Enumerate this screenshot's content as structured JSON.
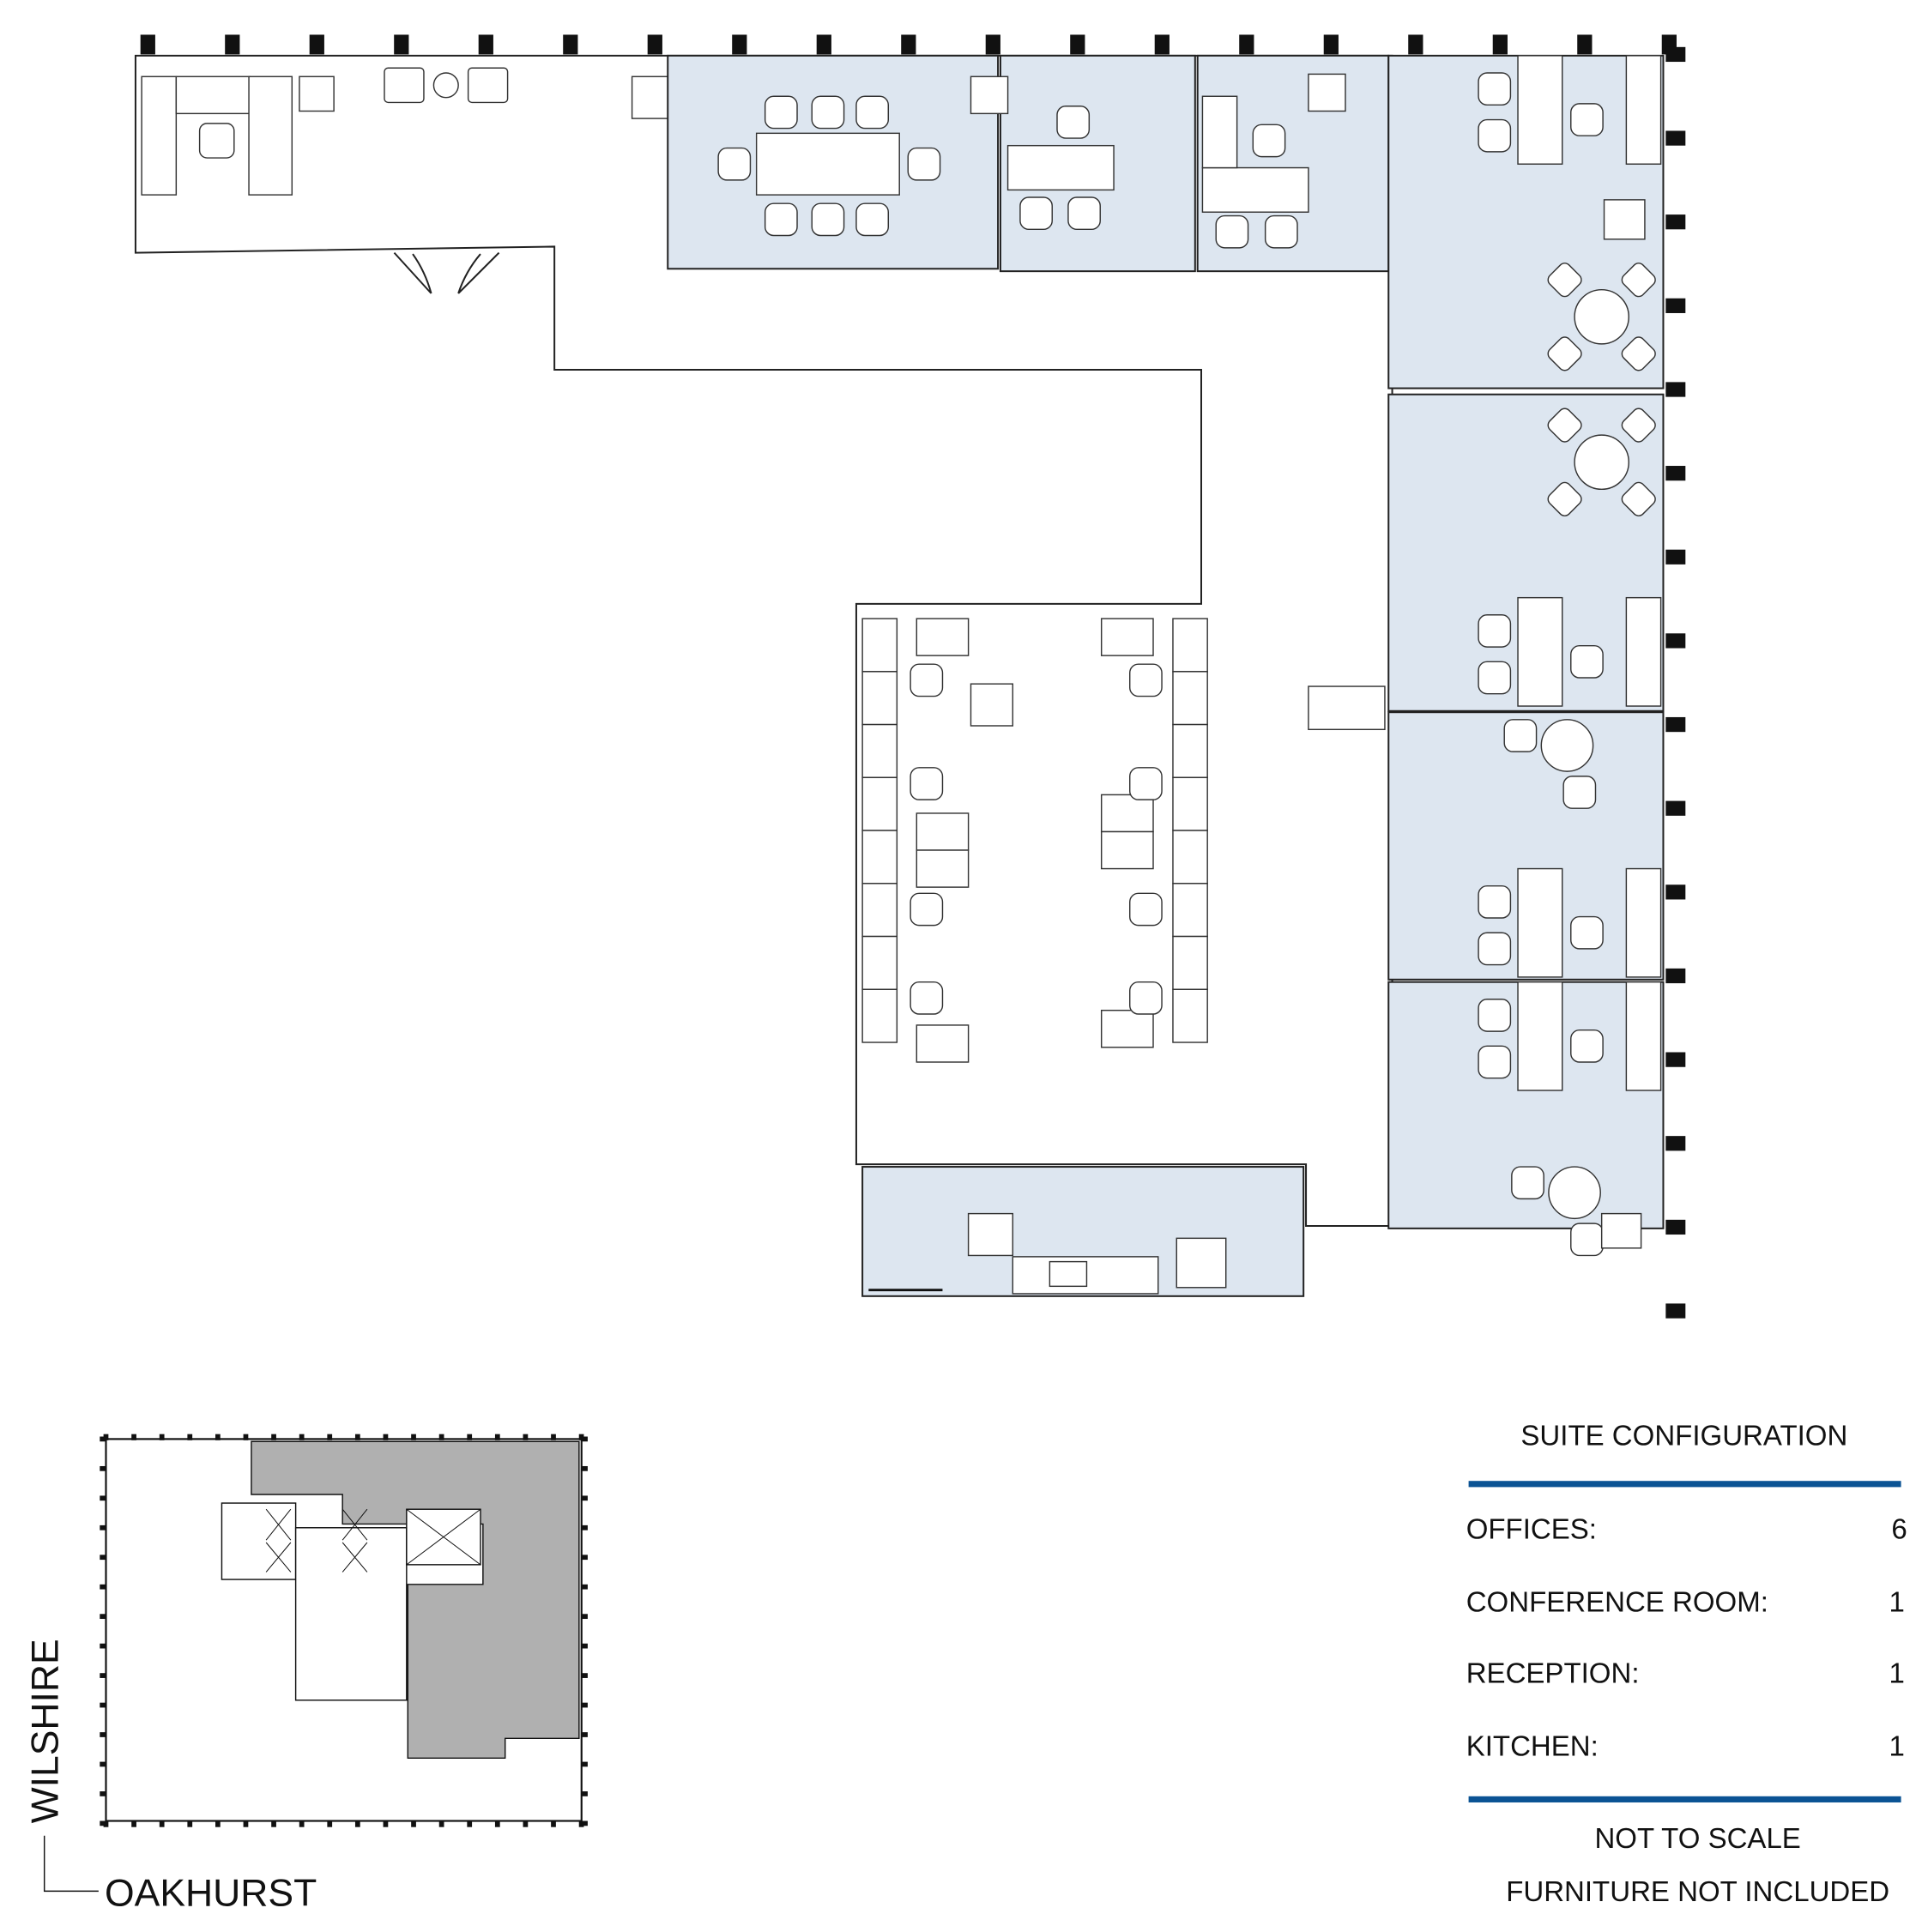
{
  "legend": {
    "title": "SUITE CONFIGURATION",
    "rows": [
      {
        "label": "OFFICES:",
        "value": "6"
      },
      {
        "label": "CONFERENCE ROOM:",
        "value": "1"
      },
      {
        "label": "RECEPTION:",
        "value": "1"
      },
      {
        "label": "KITCHEN:",
        "value": "1"
      }
    ],
    "note1": "NOT TO SCALE",
    "note2": "FURNITURE NOT INCLUDED",
    "accent_color": "#0b5394"
  },
  "key_plan": {
    "street_vertical": "WILSHIRE",
    "street_horizontal": "OAKHURST",
    "highlight_color": "#b0b0b0"
  },
  "colors": {
    "floor": "#e8e8e8",
    "room": "#dde6f0"
  }
}
